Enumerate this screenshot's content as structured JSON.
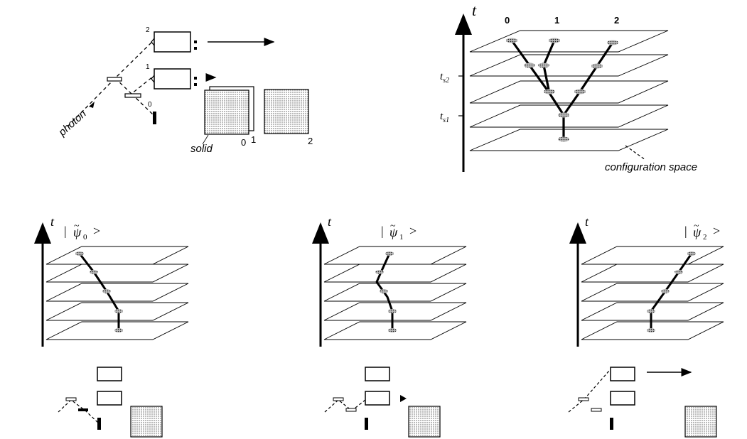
{
  "setup": {
    "port_labels": [
      "2",
      "1",
      "0"
    ],
    "photon_label": "photon",
    "solid_label": "solid",
    "plate_labels": [
      "0",
      "1",
      "2"
    ]
  },
  "branch_diagram": {
    "axis_label": "t",
    "column_labels": [
      "0",
      "1",
      "2"
    ],
    "tick_t1_base": "t",
    "tick_t1_sub": "s1",
    "tick_t2_base": "t",
    "tick_t2_sub": "s2",
    "config_label": "configuration space"
  },
  "states": [
    {
      "axis_label": "t",
      "ket_prefix": "|",
      "psi": "ψ",
      "tilde": "~",
      "index": "0",
      "ket_suffix": ">"
    },
    {
      "axis_label": "t",
      "ket_prefix": "|",
      "psi": "ψ",
      "tilde": "~",
      "index": "1",
      "ket_suffix": ">"
    },
    {
      "axis_label": "t",
      "ket_prefix": "|",
      "psi": "ψ",
      "tilde": "~",
      "index": "2",
      "ket_suffix": ">"
    }
  ]
}
